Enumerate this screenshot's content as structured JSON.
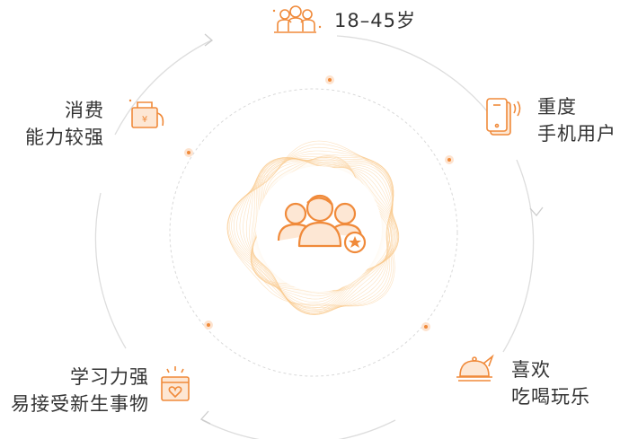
{
  "accent_color": "#f08a3a",
  "accent_light_color": "#f9c98a",
  "center_icon": "user-group-star-icon",
  "items": [
    {
      "id": "age",
      "icon": "people-group-icon",
      "lines": [
        "18–45岁"
      ]
    },
    {
      "id": "phone",
      "icon": "mobile-phone-icon",
      "lines": [
        "重度",
        "手机用户"
      ]
    },
    {
      "id": "fun",
      "icon": "food-cloche-icon",
      "lines": [
        "喜欢",
        "吃喝玩乐"
      ]
    },
    {
      "id": "learn",
      "icon": "heart-card-icon",
      "lines": [
        "学习力强",
        "易接受新生事物"
      ]
    },
    {
      "id": "spend",
      "icon": "shopping-bag-icon",
      "lines": [
        "消费",
        "能力较强"
      ]
    }
  ]
}
